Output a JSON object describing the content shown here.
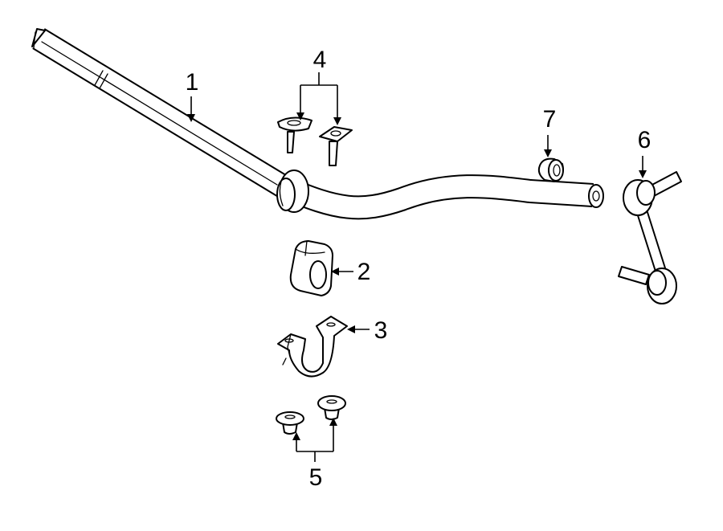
{
  "callouts": {
    "c1": "1",
    "c2": "2",
    "c3": "3",
    "c4": "4",
    "c5": "5",
    "c6": "6",
    "c7": "7"
  },
  "parts": [
    {
      "callout": "1",
      "name": "stabilizer-bar"
    },
    {
      "callout": "2",
      "name": "bushing"
    },
    {
      "callout": "3",
      "name": "clamp-bracket"
    },
    {
      "callout": "4",
      "name": "bolts"
    },
    {
      "callout": "5",
      "name": "nuts"
    },
    {
      "callout": "6",
      "name": "stabilizer-link"
    },
    {
      "callout": "7",
      "name": "end-bushing"
    }
  ],
  "colors": {
    "line": "#000000",
    "fill": "#ffffff"
  }
}
